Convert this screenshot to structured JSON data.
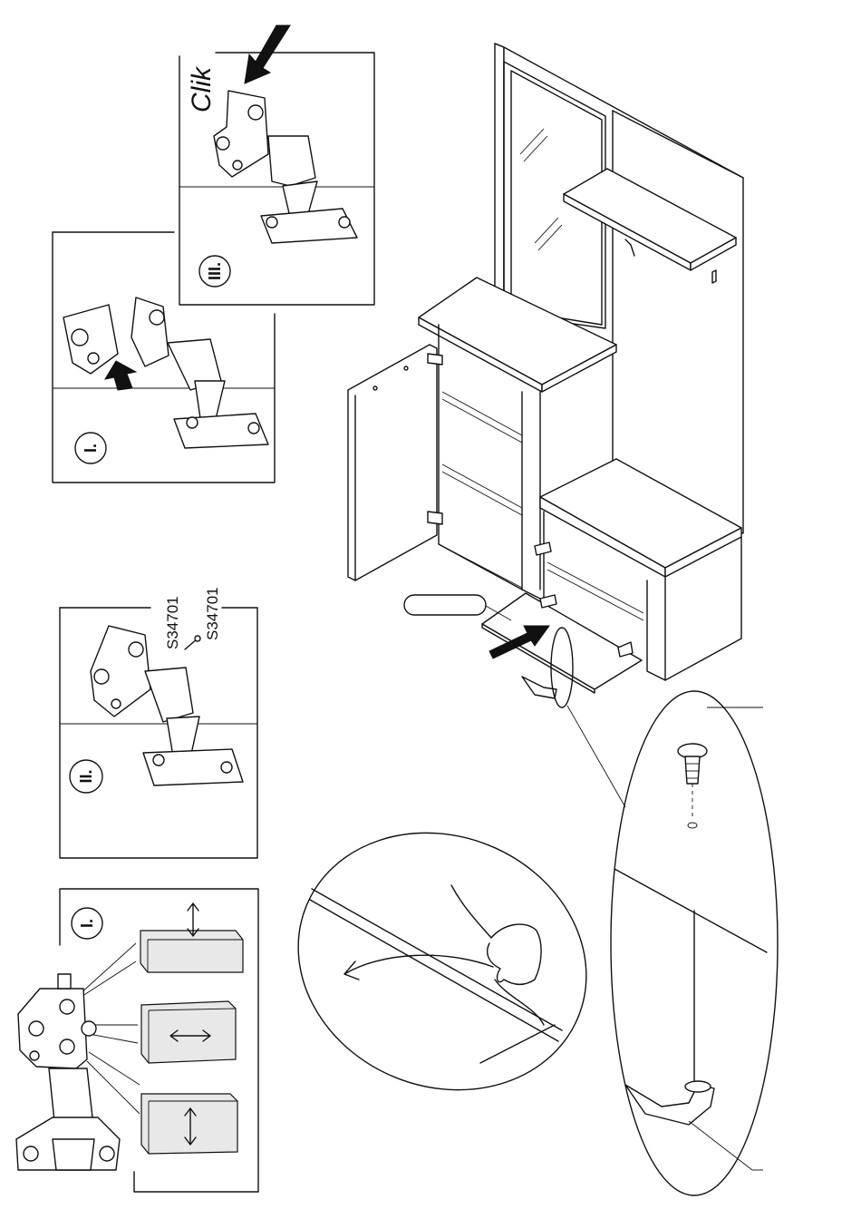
{
  "steps": {
    "clik_label": "Clik",
    "part_code_1": "S34701",
    "part_code_2": "S34701",
    "roman_i": "I.",
    "roman_ii": "II.",
    "roman_iii": "III.",
    "roman_i_legend": "I."
  },
  "colors": {
    "ink": "#111111",
    "paper": "#ffffff"
  }
}
